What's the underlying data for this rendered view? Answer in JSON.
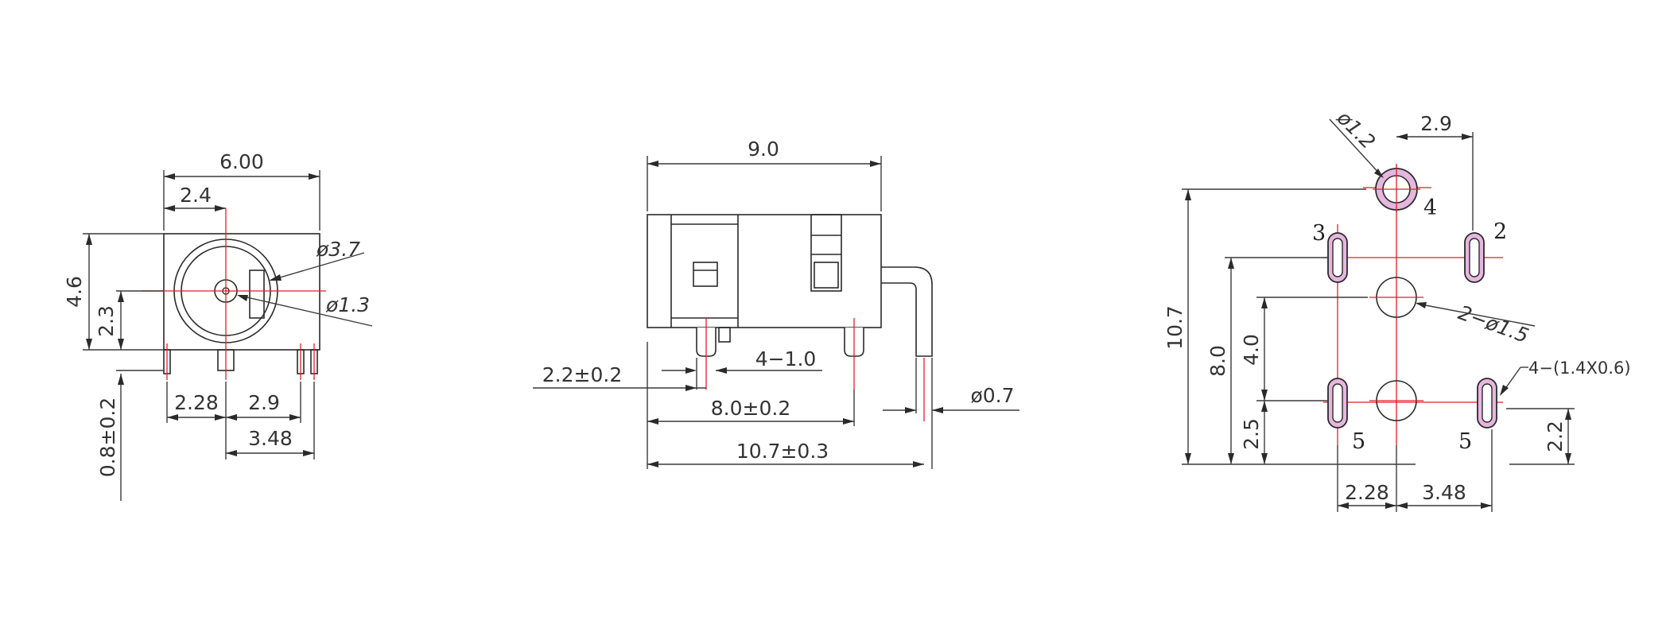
{
  "front_view": {
    "width": "6.00",
    "hole_offset": "2.4",
    "body_height": "4.6",
    "center_height": "2.3",
    "outer_diameter": "ø3.7",
    "pin_diameter": "ø1.3",
    "standoff": "0.8±0.2",
    "pitch_left": "2.28",
    "pitch_right": "2.9",
    "pitch_outer": "3.48"
  },
  "side_view": {
    "length": "9.0",
    "pin_inset": "2.2±0.2",
    "pin_width": "4−1.0",
    "pin_span": "8.0±0.2",
    "overall_length": "10.7±0.3",
    "lead_diameter": "ø0.7"
  },
  "pcb_layout": {
    "pad_diameter": "ø1.2",
    "offset_x": "2.9",
    "total_height": "10.7",
    "row_height": "8.0",
    "hole_row": "4.0",
    "row_low": "2.5",
    "hole_diameter": "2−ø1.5",
    "slot_size": "4−(1.4X0.6)",
    "edge_offset": "2.2",
    "pitch_left": "2.28",
    "pitch_right": "3.48",
    "pin_labels": {
      "p4": "4",
      "p3": "3",
      "p2": "2",
      "p5a": "5",
      "p5b": "5"
    }
  },
  "colors": {
    "centerline": "#e41e26",
    "pad_fill": "#e6b6df",
    "outline": "#2a2a2a"
  }
}
